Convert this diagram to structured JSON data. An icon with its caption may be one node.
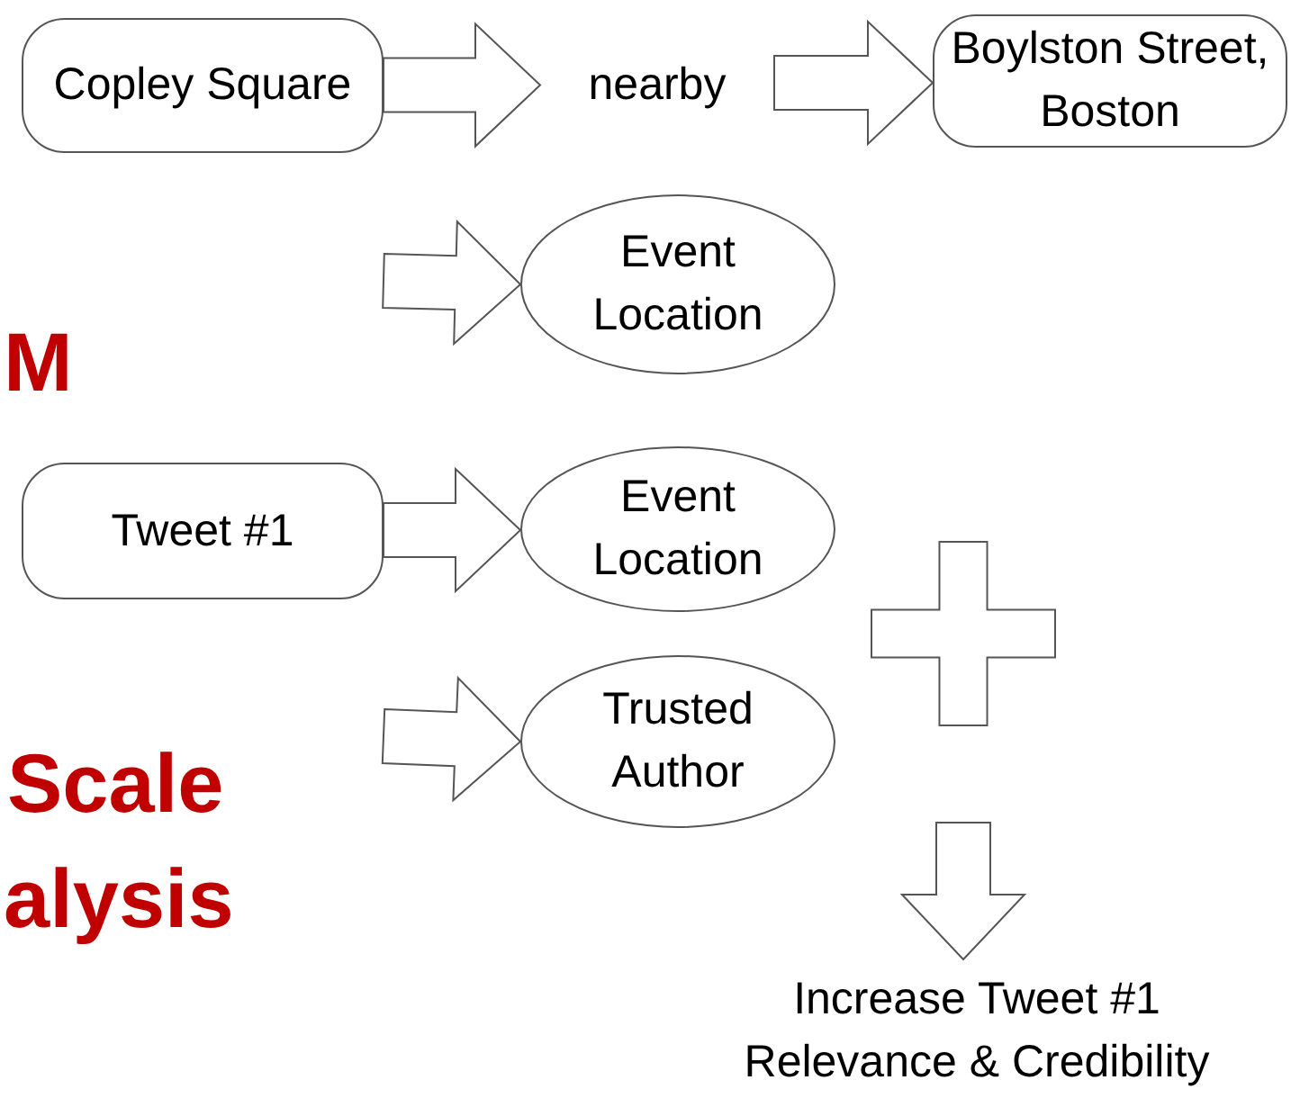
{
  "diagram": {
    "nodes": [
      {
        "text": [
          "Copley Square"
        ]
      },
      {
        "text": [
          "nearby"
        ]
      },
      {
        "text": [
          "Boylston Street, Boston"
        ]
      },
      {
        "text": [
          "Event Location"
        ]
      },
      {
        "text": [
          "Tweet #1"
        ]
      },
      {
        "text": [
          "Event Location"
        ]
      },
      {
        "text": [
          "Trusted Author"
        ]
      },
      {
        "text": [],
        "shape": "plus"
      },
      {
        "text": [
          "Increase Tweet #1 Relevance & Credibility"
        ]
      }
    ],
    "edges": [
      {
        "from": 0,
        "to": 1,
        "arrow": "to"
      },
      {
        "from": 1,
        "to": 2,
        "arrow": "to"
      },
      {
        "from": null,
        "to": 3,
        "arrow": "to"
      },
      {
        "from": 4,
        "to": 5,
        "arrow": "to"
      },
      {
        "from": null,
        "to": 6,
        "arrow": "to"
      },
      {
        "from": 7,
        "to": 8,
        "arrow": "to"
      }
    ],
    "labels": [
      "M",
      "Scale",
      "alysis"
    ]
  }
}
